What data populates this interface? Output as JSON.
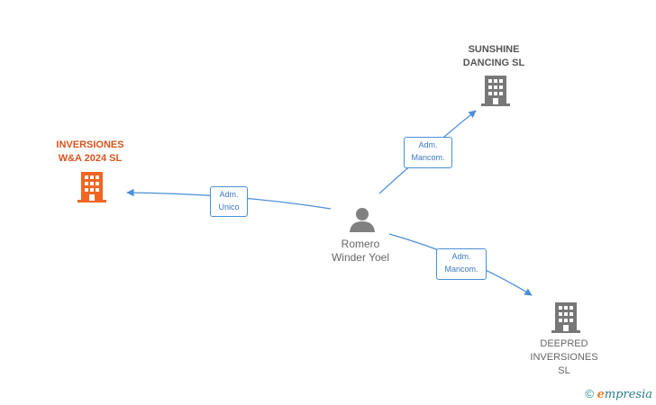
{
  "nodes": {
    "inversiones": {
      "line1": "INVERSIONES",
      "line2": "W&A 2024  SL"
    },
    "sunshine": {
      "line1": "SUNSHINE",
      "line2": "DANCING  SL"
    },
    "deepred": {
      "line1": "DEEPRED",
      "line2": "INVERSIONES",
      "line3": "SL"
    },
    "person": {
      "line1": "Romero",
      "line2": "Winder Yoel"
    }
  },
  "edges": {
    "to_inversiones": {
      "line1": "Adm.",
      "line2": "Unico"
    },
    "to_sunshine": {
      "line1": "Adm.",
      "line2": "Mancom."
    },
    "to_deepred": {
      "line1": "Adm.",
      "line2": "Mancom."
    }
  },
  "colors": {
    "main_company": "#f26522",
    "company": "#777777",
    "person": "#808080",
    "edge": "#4a8fd6"
  },
  "footer": {
    "copyright": "©",
    "brand_initial": "e",
    "brand_rest": "mpresia"
  }
}
